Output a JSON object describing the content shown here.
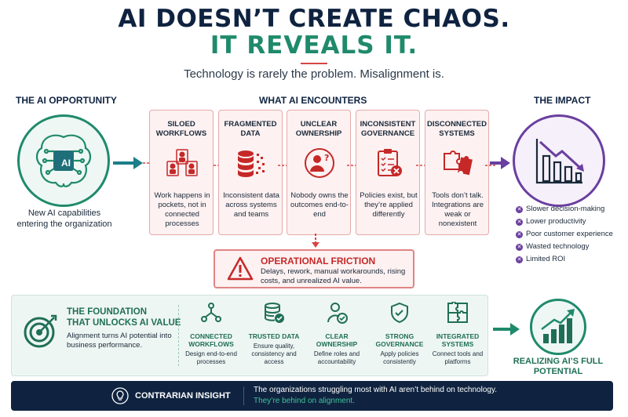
{
  "header": {
    "title_line1": "AI DOESN’T CREATE CHAOS.",
    "title_line2": "IT REVEALS IT.",
    "subtitle": "Technology is rarely the problem. Misalignment is."
  },
  "opportunity": {
    "heading": "THE AI OPPORTUNITY",
    "chip_label": "AI",
    "description": "New AI capabilities entering the organization"
  },
  "encounters": {
    "heading": "WHAT AI ENCOUNTERS",
    "cards": [
      {
        "title": "SILOED WORKFLOWS",
        "icon": "siloed-team-icon",
        "text": "Work happens in pockets, not in connected processes"
      },
      {
        "title": "FRAGMENTED DATA",
        "icon": "fragmented-database-icon",
        "text": "Inconsistent data across systems and teams"
      },
      {
        "title": "UNCLEAR OWNERSHIP",
        "icon": "person-question-icon",
        "text": "Nobody owns the outcomes end-to-end"
      },
      {
        "title": "INCONSISTENT GOVERNANCE",
        "icon": "clipboard-x-icon",
        "text": "Policies exist, but they’re applied differently"
      },
      {
        "title": "DISCONNECTED SYSTEMS",
        "icon": "puzzle-icon",
        "text": "Tools don’t talk. Integrations are weak or nonexistent"
      }
    ]
  },
  "friction": {
    "title": "OPERATIONAL FRICTION",
    "text": "Delays, rework, manual workarounds, rising costs, and unrealized AI value."
  },
  "impact": {
    "heading": "THE IMPACT",
    "items": [
      "Slower decision-making",
      "Lower productivity",
      "Poor customer experience",
      "Wasted technology",
      "Limited ROI"
    ]
  },
  "foundation": {
    "title": "THE FOUNDATION THAT UNLOCKS AI VALUE",
    "title_line1": "THE FOUNDATION",
    "title_line2": "THAT UNLOCKS AI VALUE",
    "description": "Alignment turns AI potential into business performance.",
    "items": [
      {
        "name": "CONNECTED WORKFLOWS",
        "icon": "network-nodes-icon",
        "desc": "Design end-to-end processes"
      },
      {
        "name": "TRUSTED DATA",
        "icon": "database-check-icon",
        "desc": "Ensure quality, consistency and access"
      },
      {
        "name": "CLEAR OWNERSHIP",
        "icon": "person-check-icon",
        "desc": "Define roles and accountability"
      },
      {
        "name": "STRONG GOVERNANCE",
        "icon": "shield-check-icon",
        "desc": "Apply policies consistently"
      },
      {
        "name": "INTEGRATED SYSTEMS",
        "icon": "puzzle-connected-icon",
        "desc": "Connect tools and platforms"
      }
    ]
  },
  "realizing": {
    "text": "REALIZING AI’S FULL POTENTIAL"
  },
  "insight": {
    "label": "CONTRARIAN INSIGHT",
    "line1": "The organizations struggling most with AI aren’t behind on technology.",
    "line2": "They’re behind on alignment."
  },
  "colors": {
    "navy": "#0f2340",
    "green": "#1f8a6b",
    "red": "#c62828",
    "purple": "#6a3fa0",
    "teal_arrow": "#1a7f8a"
  }
}
